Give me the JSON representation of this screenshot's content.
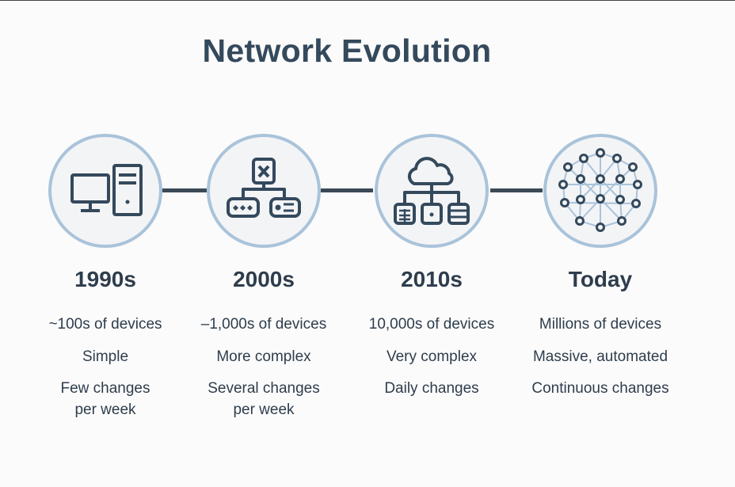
{
  "title": "Network Evolution",
  "colors": {
    "text": "#2e3d4c",
    "circle_border": "#a9c3da",
    "circle_fill": "#f3f4f6",
    "connector": "#3c4a57",
    "mesh_edges": "#a9c3da"
  },
  "stages": [
    {
      "label": "1990s",
      "icon": "desktop-computer-icon",
      "devices": "~100s of devices",
      "complexity": "Simple",
      "changes": [
        "Few changes",
        "per week"
      ]
    },
    {
      "label": "2000s",
      "icon": "network-hierarchy-icon",
      "devices": "–1,000s of devices",
      "complexity": "More complex",
      "changes": [
        "Several changes",
        "per week"
      ]
    },
    {
      "label": "2010s",
      "icon": "cloud-network-icon",
      "devices": "10,000s of devices",
      "complexity": "Very complex",
      "changes": [
        "Daily changes"
      ]
    },
    {
      "label": "Today",
      "icon": "mesh-network-icon",
      "devices": "Millions of devices",
      "complexity": "Massive, automated",
      "changes": [
        "Continuous changes"
      ]
    }
  ]
}
